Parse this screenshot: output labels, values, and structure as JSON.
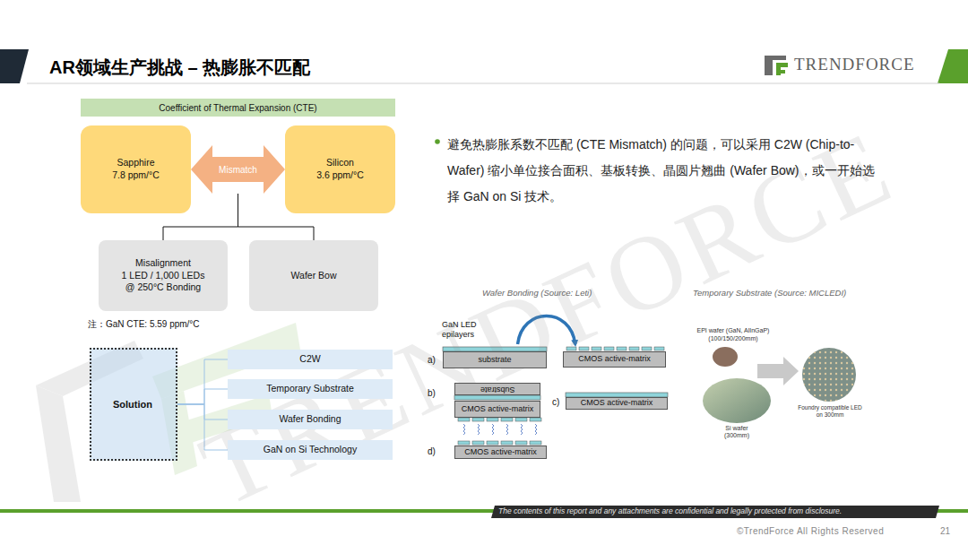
{
  "diagram": {
    "title": "AR领域生产挑战 – 热膨胀不匹配",
    "nodes": [
      {
        "text": [
          "Coefficient of Thermal Expansion (CTE)"
        ]
      },
      {
        "text": [
          "Sapphire",
          "7.8 ppm/°C"
        ]
      },
      {
        "text": [
          "Mismatch"
        ]
      },
      {
        "text": [
          "Silicon",
          "3.6 ppm/°C"
        ]
      },
      {
        "text": [
          "Misalignment",
          "1 LED / 1,000 LEDs",
          "@ 250°C Bonding"
        ]
      },
      {
        "text": [
          "Wafer Bow"
        ]
      },
      {
        "text": [
          "Solution"
        ]
      },
      {
        "text": [
          "C2W"
        ]
      },
      {
        "text": [
          "Temporary Substrate"
        ]
      },
      {
        "text": [
          "Wafer Bonding"
        ]
      },
      {
        "text": [
          "GaN on Si Technology"
        ]
      },
      {
        "text": [
          "substrate"
        ]
      },
      {
        "text": [
          "CMOS active-matrix"
        ]
      },
      {
        "text": [
          "Substrate"
        ]
      },
      {
        "text": [
          "CMOS active-matrix"
        ]
      },
      {
        "text": [
          "CMOS active-matrix"
        ]
      },
      {
        "text": [
          "CMOS active-matrix"
        ]
      }
    ],
    "edges": [
      {
        "from": 2,
        "to": 4,
        "arrow": "none"
      },
      {
        "from": 2,
        "to": 5,
        "arrow": "none"
      },
      {
        "from": 6,
        "to": 7,
        "arrow": "none"
      },
      {
        "from": 6,
        "to": 8,
        "arrow": "none"
      },
      {
        "from": 6,
        "to": 9,
        "arrow": "none"
      },
      {
        "from": 6,
        "to": 10,
        "arrow": "none"
      },
      {
        "from": 11,
        "to": 12,
        "arrow": "to"
      }
    ],
    "labels": [
      "注：GaN CTE: 5.59 ppm/°C",
      "避免热膨胀系数不匹配 (CTE Mismatch) 的问题，可以采用 C2W (Chip-to-Wafer) 缩小单位接合面积、基板转换、晶圆片翘曲 (Wafer Bow)，或一开始选择 GaN on Si 技术。",
      "Wafer Bonding (Source: Leti)",
      "Temporary Substrate (Source: MICLEDI)",
      "GaN LED epilayers",
      "a)",
      "b)",
      "c)",
      "d)",
      "EPI wafer (GaN, AlInGaP) (100/150/200mm)",
      "Si wafer (300mm)",
      "Foundry compatible LED on 300mm",
      "TRENDFORCE",
      "TRENDFORCE",
      "The contents of this report and any attachments are confidential and legally protected from disclosure.",
      "©TrendForce All Rights Reserved",
      "21"
    ]
  }
}
